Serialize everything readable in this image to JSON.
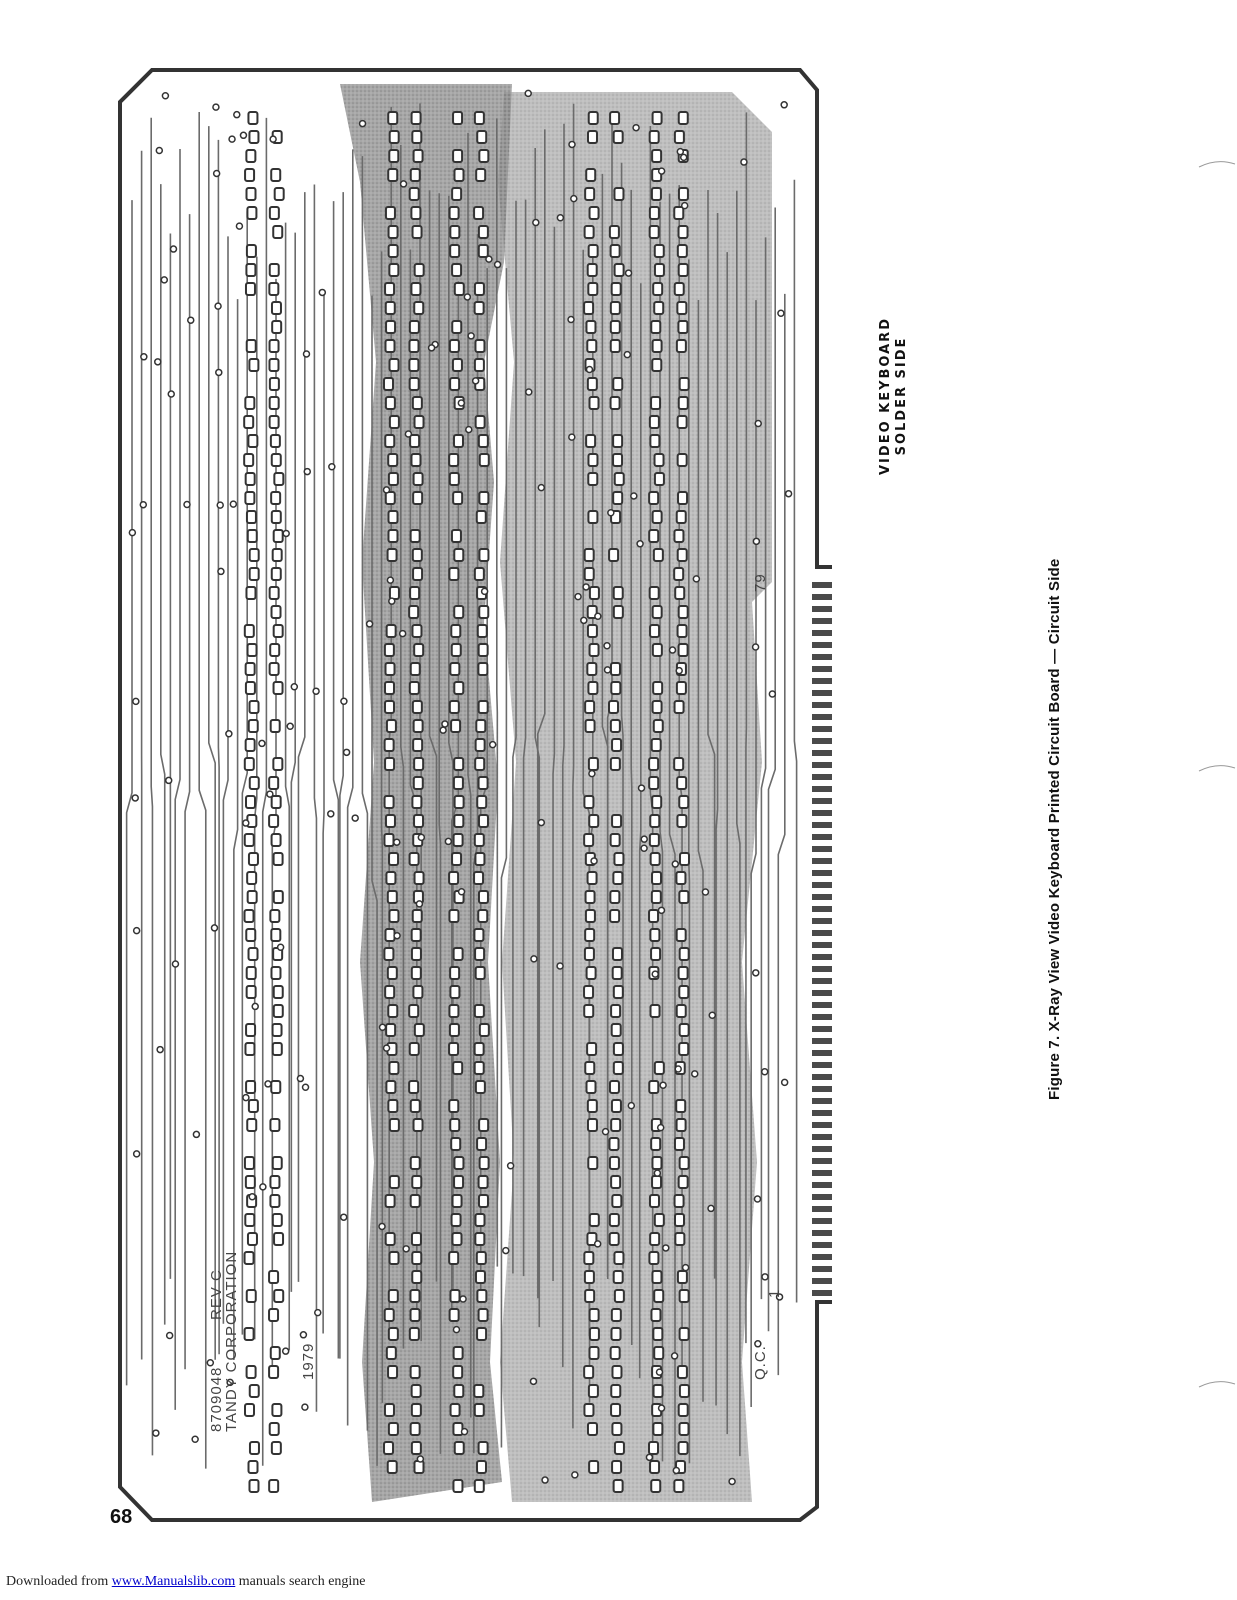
{
  "page": {
    "page_number": "68",
    "figure_caption": "Figure 7.  X-Ray View Video Keyboard Printed Circuit Board  — Circuit Side",
    "side_label": [
      "VIDEO  KEYBOARD",
      "SOLDER  SIDE"
    ],
    "board_markings": {
      "part_number": "8709048",
      "revision": "REV C",
      "company": "TANDY CORPORATION",
      "copyright": "1979",
      "year_mark": "79",
      "qc_mark": "Q.C.",
      "pin_one": "1"
    },
    "footer": {
      "prefix": "Downloaded from ",
      "link_text": "www.Manualslib.com",
      "suffix": " manuals search engine"
    }
  }
}
